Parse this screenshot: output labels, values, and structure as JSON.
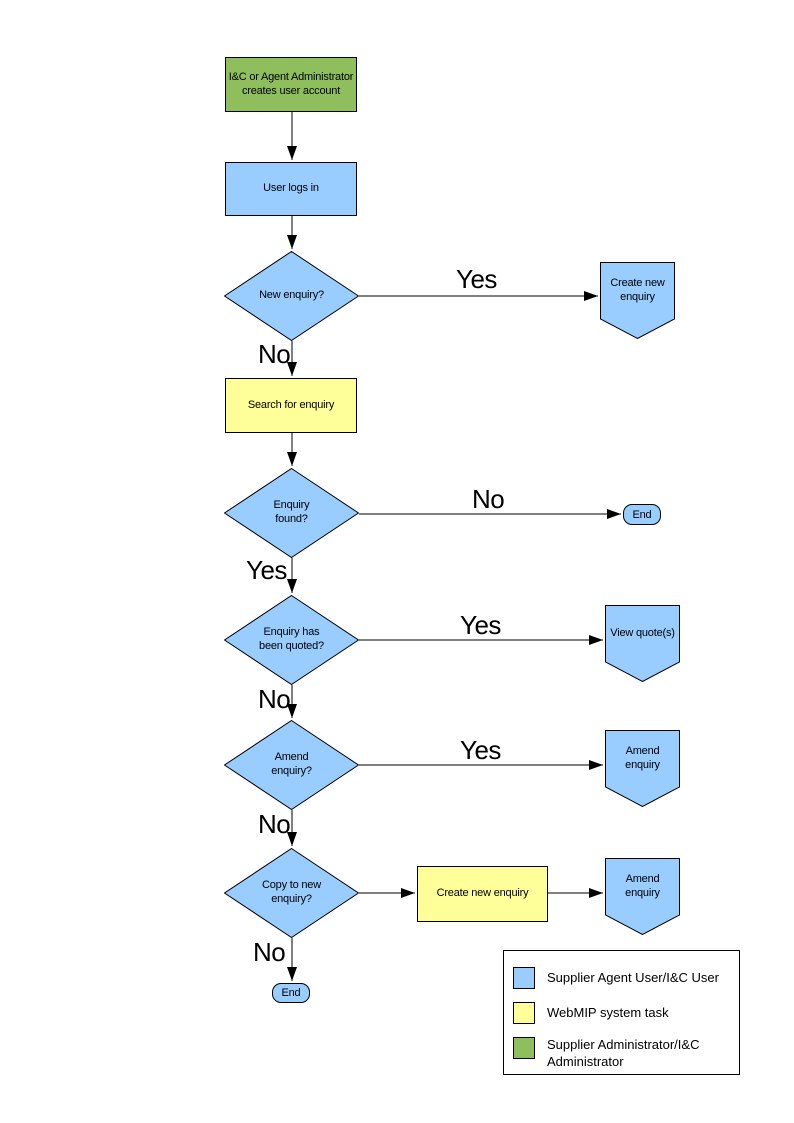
{
  "diagram_type": "flowchart",
  "colors": {
    "supplier_agent_user": "#99CCFF",
    "webmip_system_task": "#FFFF99",
    "supplier_administrator": "#8FBF5C",
    "outline": "#000000",
    "background": "#FFFFFF"
  },
  "nodes": {
    "admin_creates_account": {
      "label": "I&C or Agent Administrator creates user account",
      "shape": "process",
      "fill": "#8FBF5C"
    },
    "user_logs_in": {
      "label": "User logs in",
      "shape": "process",
      "fill": "#99CCFF"
    },
    "new_enquiry": {
      "label": "New enquiry?",
      "shape": "decision",
      "fill": "#99CCFF"
    },
    "create_new_enquiry_connector": {
      "label": "Create new enquiry",
      "shape": "off-page-connector",
      "fill": "#99CCFF"
    },
    "search_for_enquiry": {
      "label": "Search for enquiry",
      "shape": "process",
      "fill": "#FFFF99"
    },
    "enquiry_found": {
      "label": "Enquiry found?",
      "shape": "decision",
      "fill": "#99CCFF"
    },
    "end_1": {
      "label": "End",
      "shape": "terminator",
      "fill": "#99CCFF"
    },
    "enquiry_quoted": {
      "label": "Enquiry has been quoted?",
      "shape": "decision",
      "fill": "#99CCFF"
    },
    "view_quotes": {
      "label": "View quote(s)",
      "shape": "off-page-connector",
      "fill": "#99CCFF"
    },
    "amend_enquiry_decision": {
      "label": "Amend enquiry?",
      "shape": "decision",
      "fill": "#99CCFF"
    },
    "amend_enquiry_connector_1": {
      "label": "Amend enquiry",
      "shape": "off-page-connector",
      "fill": "#99CCFF"
    },
    "copy_to_new_enquiry": {
      "label": "Copy to new enquiry?",
      "shape": "decision",
      "fill": "#99CCFF"
    },
    "create_new_enquiry_task": {
      "label": "Create new enquiry",
      "shape": "process",
      "fill": "#FFFF99"
    },
    "amend_enquiry_connector_2": {
      "label": "Amend enquiry",
      "shape": "off-page-connector",
      "fill": "#99CCFF"
    },
    "end_2": {
      "label": "End",
      "shape": "terminator",
      "fill": "#99CCFF"
    }
  },
  "edges": [
    {
      "from": "admin_creates_account",
      "to": "user_logs_in",
      "label": ""
    },
    {
      "from": "user_logs_in",
      "to": "new_enquiry",
      "label": ""
    },
    {
      "from": "new_enquiry",
      "to": "create_new_enquiry_connector",
      "label": "Yes"
    },
    {
      "from": "new_enquiry",
      "to": "search_for_enquiry",
      "label": "No"
    },
    {
      "from": "search_for_enquiry",
      "to": "enquiry_found",
      "label": ""
    },
    {
      "from": "enquiry_found",
      "to": "end_1",
      "label": "No"
    },
    {
      "from": "enquiry_found",
      "to": "enquiry_quoted",
      "label": "Yes"
    },
    {
      "from": "enquiry_quoted",
      "to": "view_quotes",
      "label": "Yes"
    },
    {
      "from": "enquiry_quoted",
      "to": "amend_enquiry_decision",
      "label": "No"
    },
    {
      "from": "amend_enquiry_decision",
      "to": "amend_enquiry_connector_1",
      "label": "Yes"
    },
    {
      "from": "amend_enquiry_decision",
      "to": "copy_to_new_enquiry",
      "label": "No"
    },
    {
      "from": "copy_to_new_enquiry",
      "to": "create_new_enquiry_task",
      "label": ""
    },
    {
      "from": "create_new_enquiry_task",
      "to": "amend_enquiry_connector_2",
      "label": ""
    },
    {
      "from": "copy_to_new_enquiry",
      "to": "end_2",
      "label": "No"
    }
  ],
  "legend": {
    "items": [
      {
        "label": "Supplier Agent User/I&C User",
        "color": "#99CCFF"
      },
      {
        "label": "WebMIP system task",
        "color": "#FFFF99"
      },
      {
        "label": "Supplier Administrator/I&C Administrator",
        "color": "#8FBF5C"
      }
    ]
  }
}
